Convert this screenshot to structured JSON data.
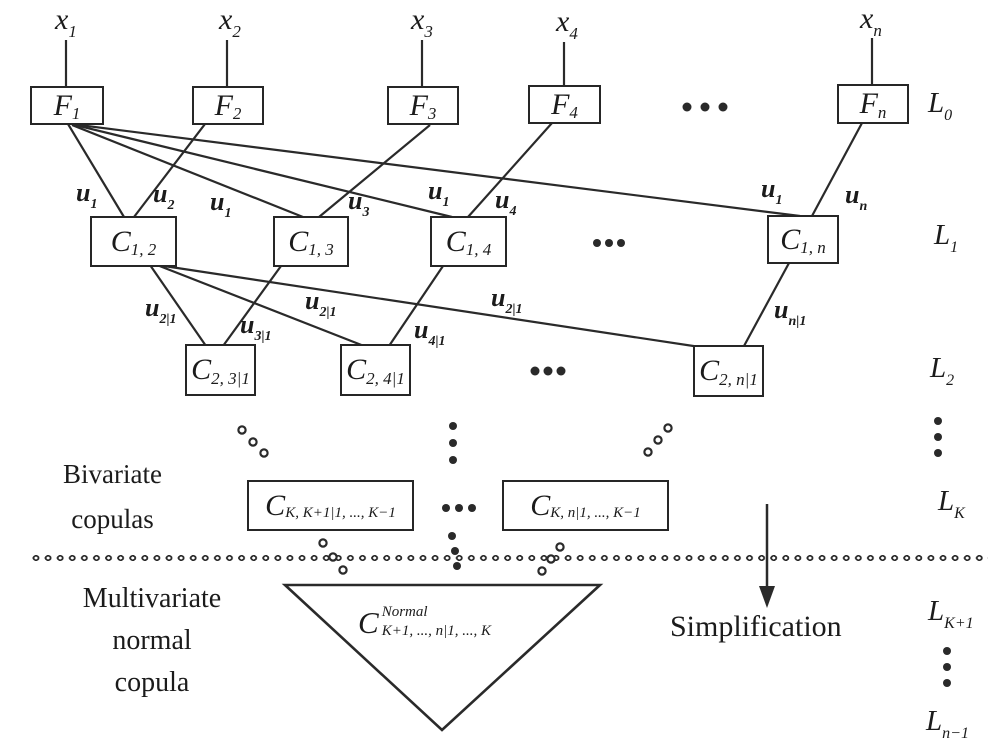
{
  "variables": [
    {
      "main": "x",
      "sub": "1"
    },
    {
      "main": "x",
      "sub": "2"
    },
    {
      "main": "x",
      "sub": "3"
    },
    {
      "main": "x",
      "sub": "4"
    },
    {
      "main": "x",
      "sub": "n"
    }
  ],
  "f_nodes": [
    {
      "main": "F",
      "sub": "1"
    },
    {
      "main": "F",
      "sub": "2"
    },
    {
      "main": "F",
      "sub": "3"
    },
    {
      "main": "F",
      "sub": "4"
    },
    {
      "main": "F",
      "sub": "n"
    }
  ],
  "c1_nodes": [
    {
      "main": "C",
      "sub": "1, 2"
    },
    {
      "main": "C",
      "sub": "1, 3"
    },
    {
      "main": "C",
      "sub": "1, 4"
    },
    {
      "main": "C",
      "sub": "1, n"
    }
  ],
  "c2_nodes": [
    {
      "main": "C",
      "sub": "2, 3|1"
    },
    {
      "main": "C",
      "sub": "2, 4|1"
    },
    {
      "main": "C",
      "sub": "2, n|1"
    }
  ],
  "ck_nodes": [
    {
      "main": "C",
      "sub": "K, K+1|1, ..., K−1"
    },
    {
      "main": "C",
      "sub": "K, n|1, ..., K−1"
    }
  ],
  "u_row1": [
    {
      "main": "u",
      "sub": "1"
    },
    {
      "main": "u",
      "sub": "2"
    },
    {
      "main": "u",
      "sub": "1"
    },
    {
      "main": "u",
      "sub": "3"
    },
    {
      "main": "u",
      "sub": "1"
    },
    {
      "main": "u",
      "sub": "4"
    },
    {
      "main": "u",
      "sub": "1"
    },
    {
      "main": "u",
      "sub": "n"
    }
  ],
  "u_row2": [
    {
      "main": "u",
      "sub": "2|1"
    },
    {
      "main": "u",
      "sub": "3|1"
    },
    {
      "main": "u",
      "sub": "2|1"
    },
    {
      "main": "u",
      "sub": "4|1"
    },
    {
      "main": "u",
      "sub": "2|1"
    },
    {
      "main": "u",
      "sub": "n|1"
    }
  ],
  "layer_labels": [
    {
      "main": "L",
      "sub": "0"
    },
    {
      "main": "L",
      "sub": "1"
    },
    {
      "main": "L",
      "sub": "2"
    },
    {
      "main": "L",
      "sub": "K"
    },
    {
      "main": "L",
      "sub": "K+1"
    },
    {
      "main": "L",
      "sub": "n−1"
    }
  ],
  "normal_copula_node": {
    "main": "C",
    "sup": "Normal",
    "sub": "K+1, ..., n|1, ..., K"
  },
  "annotations": {
    "bivariate": [
      "Bivariate",
      "copulas"
    ],
    "multivariate": [
      "Multivariate",
      "normal",
      "copula"
    ],
    "simplification": "Simplification"
  },
  "colors": {
    "ink": "#1b1b1b",
    "line": "#2a2a2a",
    "background": "#ffffff"
  }
}
